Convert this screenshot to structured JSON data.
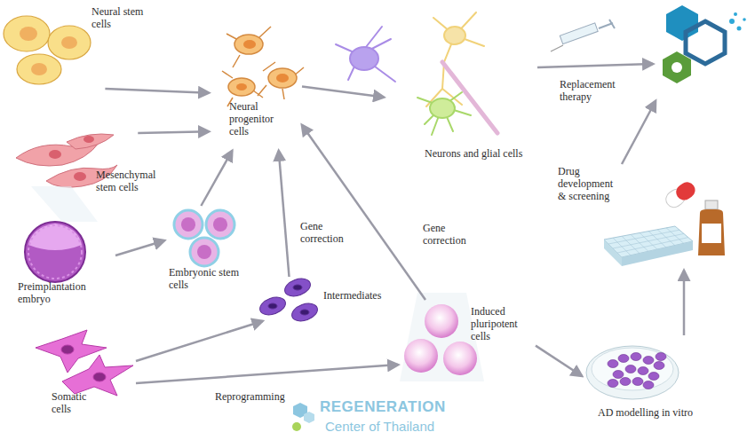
{
  "diagram": {
    "nodes": [
      {
        "text": [
          "Neural stem cells"
        ]
      },
      {
        "text": [
          "Mesenchymal stem cells"
        ]
      },
      {
        "text": [
          "Preimplantation embryo"
        ]
      },
      {
        "text": [
          "Embryonic stem cells"
        ]
      },
      {
        "text": [
          "Somatic cells"
        ]
      },
      {
        "text": [
          "Intermediates"
        ]
      },
      {
        "text": [
          "Induced pluripotent cells"
        ]
      },
      {
        "text": [
          "Neural progenitor cells"
        ]
      },
      {
        "text": [
          "Neurons and glial cells"
        ]
      },
      {
        "text": [
          "AD modelling in vitro"
        ]
      }
    ],
    "edges": [
      {
        "from": 0,
        "to": 7,
        "arrow": "to"
      },
      {
        "from": 1,
        "to": 7,
        "arrow": "to"
      },
      {
        "from": 2,
        "to": 3,
        "arrow": "to"
      },
      {
        "from": 3,
        "to": 7,
        "arrow": "to"
      },
      {
        "from": 4,
        "to": 5,
        "arrow": "to"
      },
      {
        "from": 4,
        "to": 6,
        "label": "Reprogramming",
        "arrow": "to"
      },
      {
        "from": 5,
        "to": 7,
        "label": "Gene correction",
        "arrow": "to"
      },
      {
        "from": 6,
        "to": 7,
        "label": "Gene correction",
        "arrow": "to"
      },
      {
        "from": 7,
        "to": 8,
        "arrow": "to"
      },
      {
        "from": 6,
        "to": 9,
        "arrow": "to"
      }
    ],
    "labels": [
      "Replacement therapy",
      "Drug development & screening",
      "REGENERATION",
      "Center of Thailand"
    ]
  }
}
